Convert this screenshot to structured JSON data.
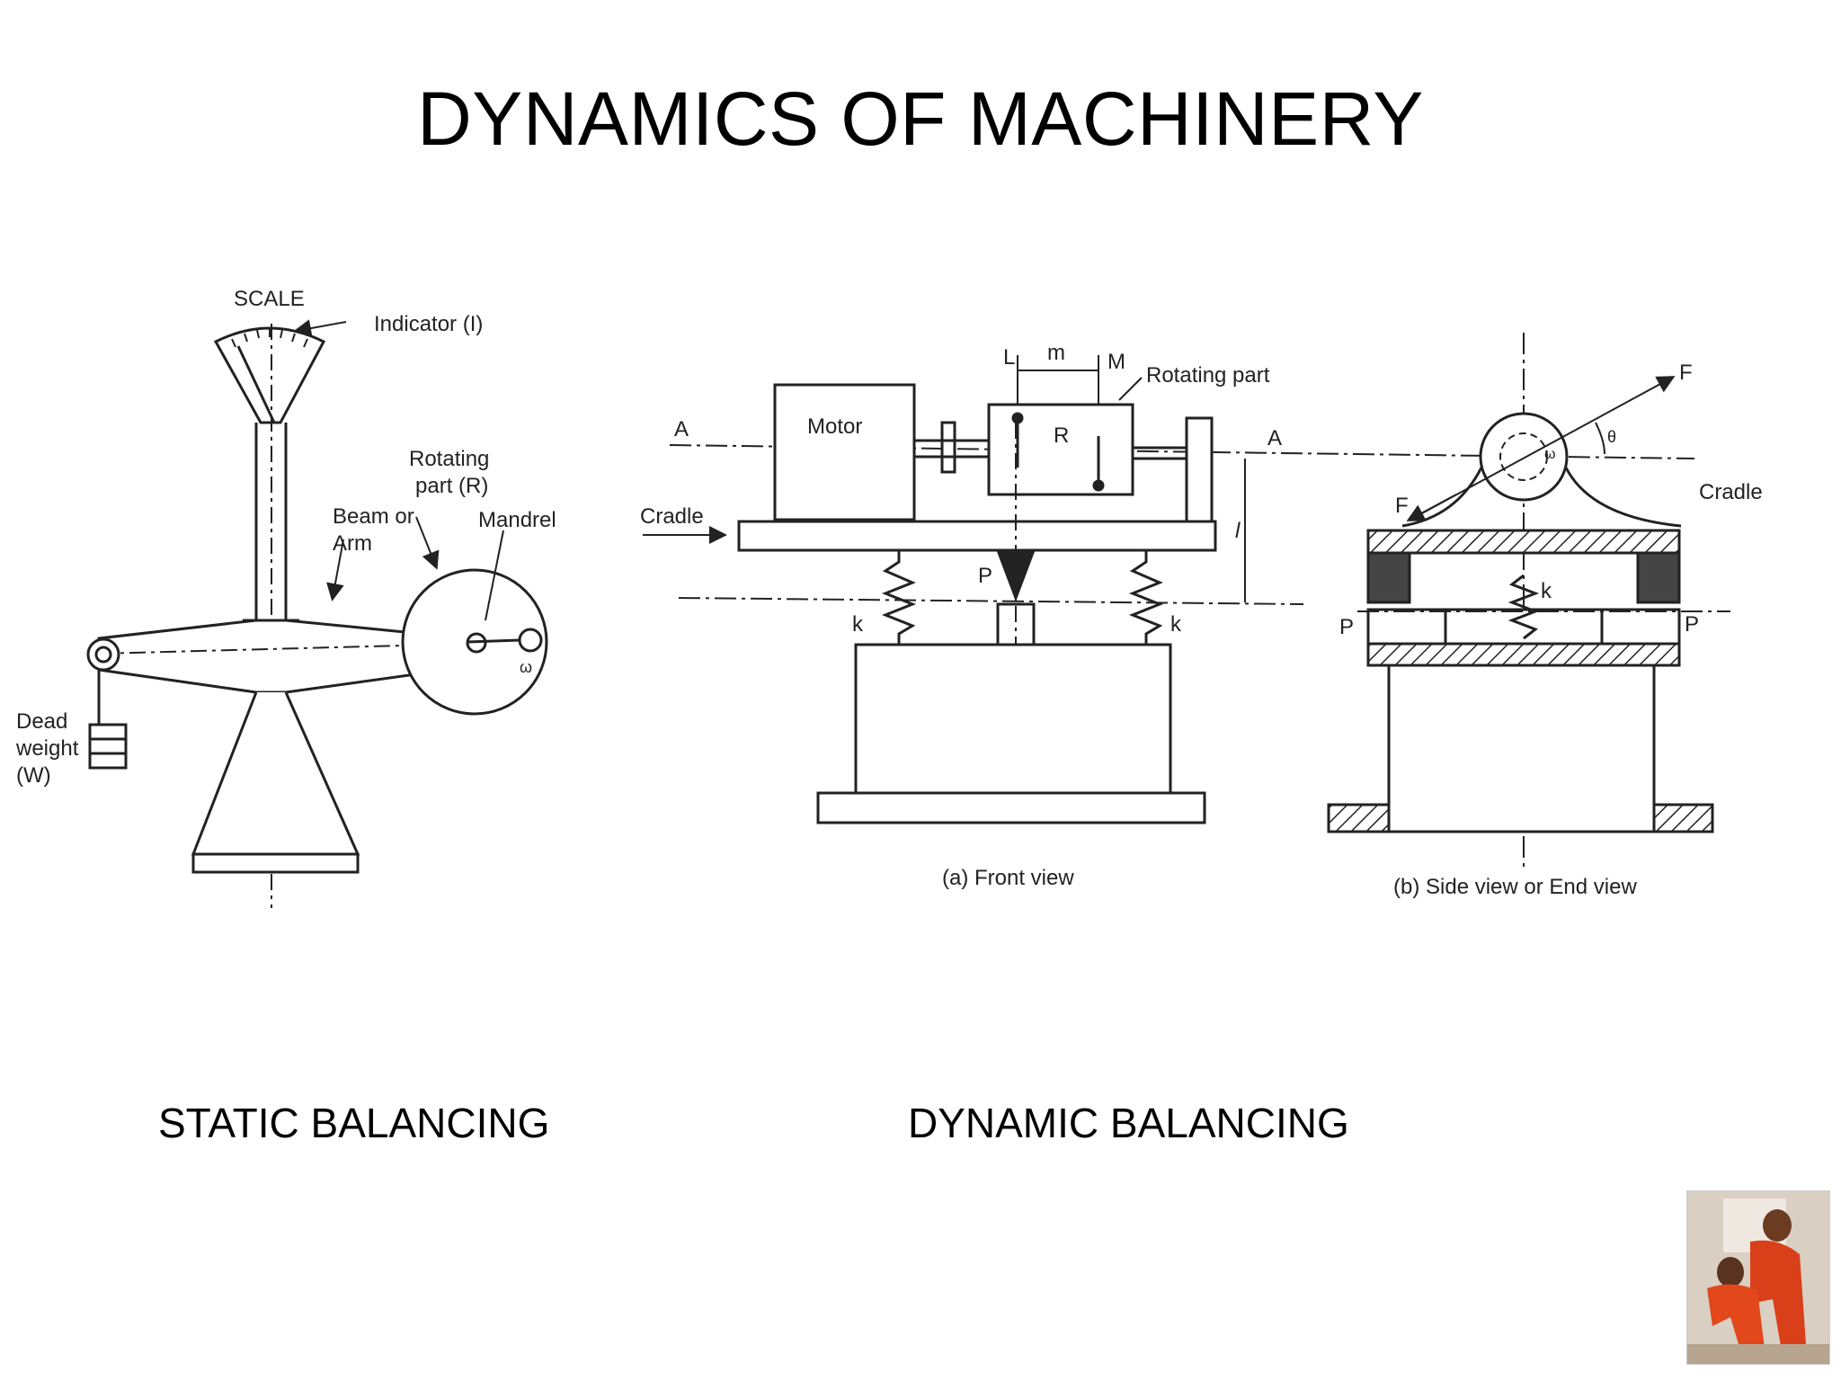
{
  "slide": {
    "title": "DYNAMICS OF MACHINERY",
    "captions": {
      "static": "STATIC BALANCING",
      "dynamic": "DYNAMIC BALANCING"
    }
  },
  "static_diagram": {
    "labels": {
      "scale": "SCALE",
      "indicator": "Indicator (I)",
      "rotating_part_1": "Rotating",
      "rotating_part_2": "part (R)",
      "beam_1": "Beam or",
      "beam_2": "Arm",
      "mandrel": "Mandrel",
      "dead_1": "Dead",
      "dead_2": "weight",
      "dead_3": "(W)",
      "omega": "ω"
    }
  },
  "front_view": {
    "labels": {
      "L": "L",
      "m": "m",
      "M": "M",
      "rotating_part": "Rotating part",
      "A_left": "A",
      "A_right": "A",
      "motor": "Motor",
      "R": "R",
      "cradle": "Cradle",
      "P": "P",
      "k_left": "k",
      "k_right": "k",
      "l": "l",
      "caption": "(a)  Front view"
    }
  },
  "side_view": {
    "labels": {
      "F_top": "F",
      "F_left": "F",
      "theta": "θ",
      "omega": "ω",
      "cradle": "Cradle",
      "k": "k",
      "P_left": "P",
      "P_right": "P",
      "caption": "(b)  Side view or End view"
    }
  }
}
